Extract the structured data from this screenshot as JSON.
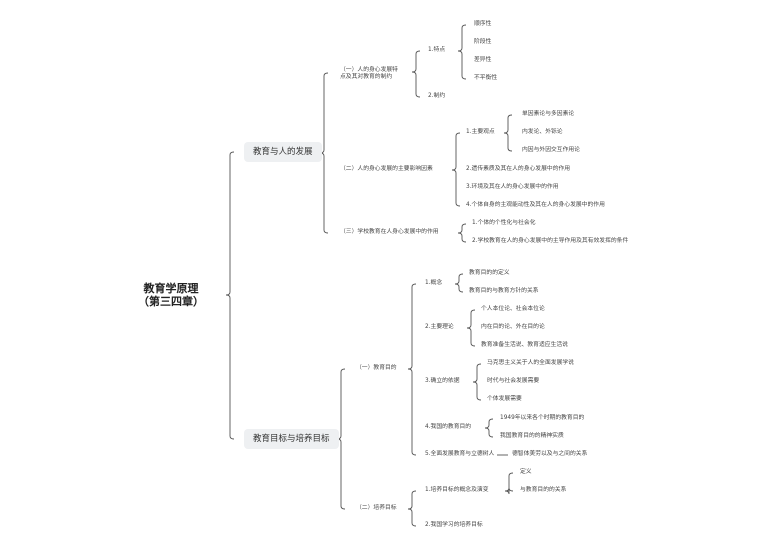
{
  "root": {
    "line1": "教育学原理",
    "line2": "（第三四章）"
  },
  "topic1": {
    "label": "教育与人的发展",
    "s1": {
      "label_line1": "（一）人的身心发展特",
      "label_line2": "点及其对教育的制约",
      "c1": {
        "label": "1.特点",
        "items": [
          "顺序性",
          "阶段性",
          "差异性",
          "不平衡性"
        ]
      },
      "c2": {
        "label": "2.制约"
      }
    },
    "s2": {
      "label": "（二）人的身心发展的主要影响因素",
      "c1": {
        "label": "1.主要观点",
        "items": [
          "单因素论与多因素论",
          "内发论、外铄论",
          "内因与外因交互作用论"
        ]
      },
      "c2": {
        "label": "2.遗传素质及其在人的身心发展中的作用"
      },
      "c3": {
        "label": "3.环境及其在人的身心发展中的作用"
      },
      "c4": {
        "label": "4.个体自身的主观能动性及其在人的身心发展中的作用"
      }
    },
    "s3": {
      "label": "（三）学校教育在人身心发展中的作用",
      "items": [
        "1.个体的个性化与社会化",
        "2.学校教育在人的身心发展中的主导作用及其有效发挥的条件"
      ]
    }
  },
  "topic2": {
    "label": "教育目标与培养目标",
    "s1": {
      "label": "（一）教育目的",
      "c1": {
        "label": "1.概念",
        "items": [
          "教育目的的定义",
          "教育目的与教育方针的关系"
        ]
      },
      "c2": {
        "label": "2.主要理论",
        "items": [
          "个人本位论、社会本位论",
          "内在目的论、外在目的论",
          "教育准备生活说、教育适应生活说"
        ]
      },
      "c3": {
        "label": "3.确立的依据",
        "items": [
          "马克思主义关于人的全面发展学说",
          "时代与社会发展需要",
          "个体发展需要"
        ]
      },
      "c4": {
        "label": "4.我国的教育目的",
        "items": [
          "1949年以来各个时期的教育目的",
          "我国教育目的的精神实质"
        ]
      },
      "c5": {
        "label": "5.全面发展教育与立德树人",
        "items": [
          "德智体美劳以及与之间的关系"
        ]
      }
    },
    "s2": {
      "label": "（二）培养目标",
      "c1": {
        "label": "1.培养目标的概念及演变",
        "items": [
          "定义",
          "与教育目的的关系"
        ]
      },
      "c2": {
        "label": "2.我国学习的培养目标"
      }
    }
  }
}
